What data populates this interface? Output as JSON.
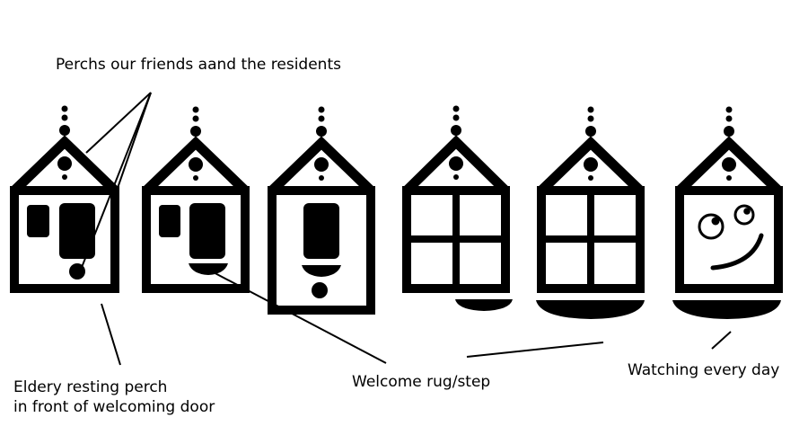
{
  "labels": {
    "perches": "Perchs our friends aand the residents",
    "eldery_line1": "Eldery resting perch",
    "eldery_line2": "in front of welcoming door",
    "rug": "Welcome rug/step",
    "watching": "Watching every day"
  },
  "houses": [
    {
      "name": "house-1",
      "front": "door-window-perch"
    },
    {
      "name": "house-2",
      "front": "door-window-step"
    },
    {
      "name": "house-3",
      "front": "door-step-perch"
    },
    {
      "name": "house-4",
      "front": "four-pane-window-small-rug"
    },
    {
      "name": "house-5",
      "front": "four-pane-window-large-rug"
    },
    {
      "name": "house-6",
      "front": "face-rug"
    }
  ],
  "colors": {
    "ink": "#000000",
    "paper": "#ffffff"
  }
}
